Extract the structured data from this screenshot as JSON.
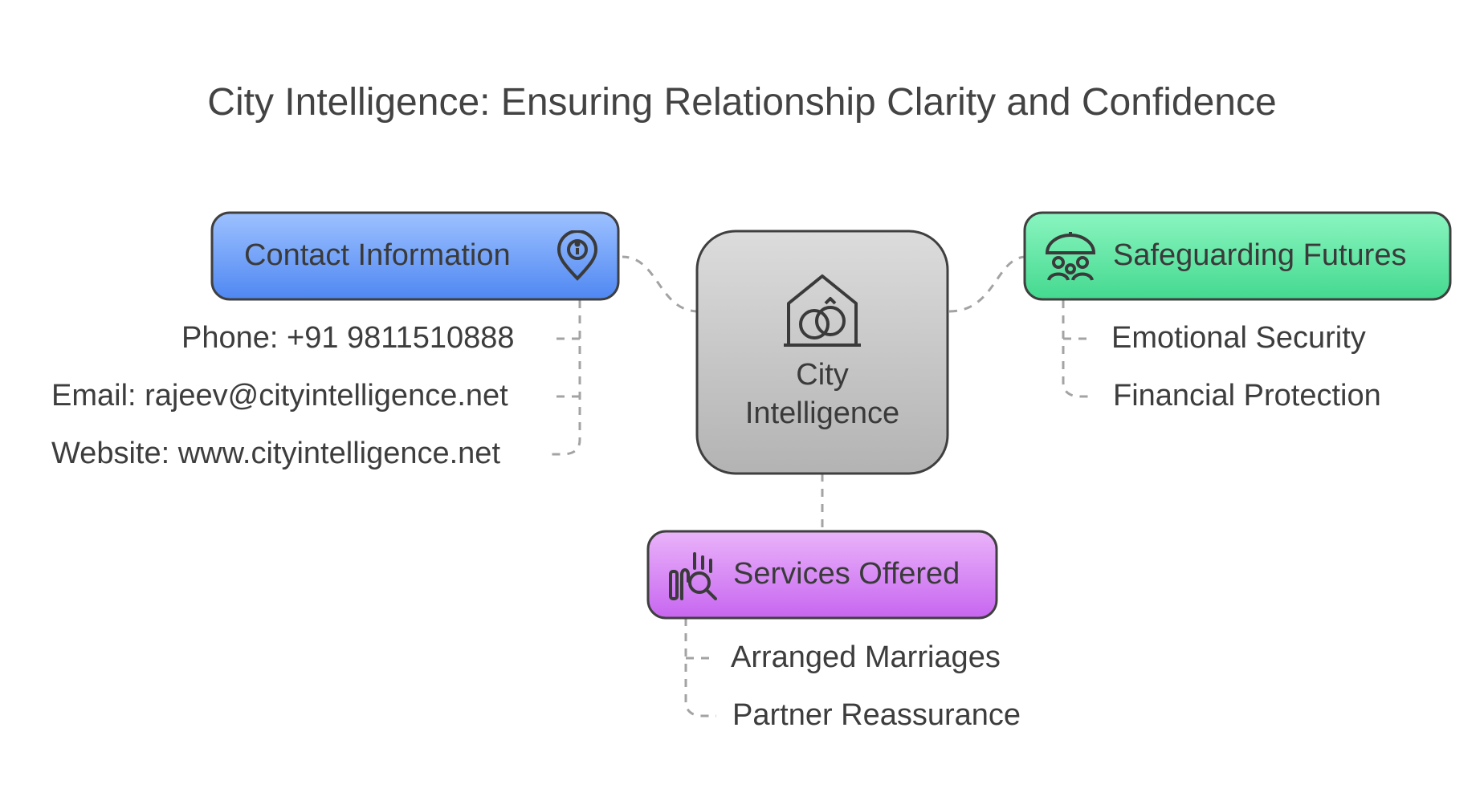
{
  "title": "City Intelligence: Ensuring Relationship Clarity and Confidence",
  "center": {
    "label_line1": "City",
    "label_line2": "Intelligence",
    "icon": "house-rings-icon",
    "color": "#c8c8c8"
  },
  "contact": {
    "label": "Contact Information",
    "icon": "location-info-icon",
    "color": "#6fa1f7",
    "items": [
      "Phone: +91 9811510888",
      "Email: rajeev@cityintelligence.net",
      "Website: www.cityintelligence.net"
    ]
  },
  "safeguarding": {
    "label": "Safeguarding Futures",
    "icon": "umbrella-family-icon",
    "color": "#5de6a0",
    "items": [
      "Emotional Security",
      "Financial Protection"
    ]
  },
  "services": {
    "label": "Services Offered",
    "icon": "hand-search-icon",
    "color": "#d88af5",
    "items": [
      "Arranged Marriages",
      "Partner Reassurance"
    ]
  }
}
